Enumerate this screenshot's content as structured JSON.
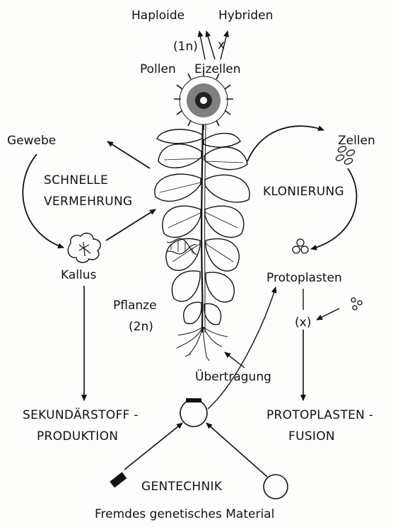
{
  "top": {
    "haploide": "Haploide",
    "hybriden": "Hybriden",
    "one_n": "(1n)",
    "cross": "x",
    "pollen": "Pollen",
    "eizellen": "Eizellen"
  },
  "left": {
    "gewebe": "Gewebe",
    "schnelle": "SCHNELLE",
    "vermehrung": "VERMEHRUNG",
    "kallus": "Kallus",
    "sekundar1": "SEKUNDÄRSTOFF -",
    "sekundar2": "PRODUKTION"
  },
  "center": {
    "pflanze": "Pflanze",
    "two_n": "(2n)",
    "uebertragung": "Übertragung"
  },
  "right": {
    "zellen": "Zellen",
    "klonierung": "KLONIERUNG",
    "protoplasten": "Protoplasten",
    "cross_paren": "(x)",
    "fusion1": "PROTOPLASTEN -",
    "fusion2": "FUSION"
  },
  "bottom": {
    "gentechnik": "GENTECHNIK",
    "material": "Fremdes genetisches Material"
  }
}
